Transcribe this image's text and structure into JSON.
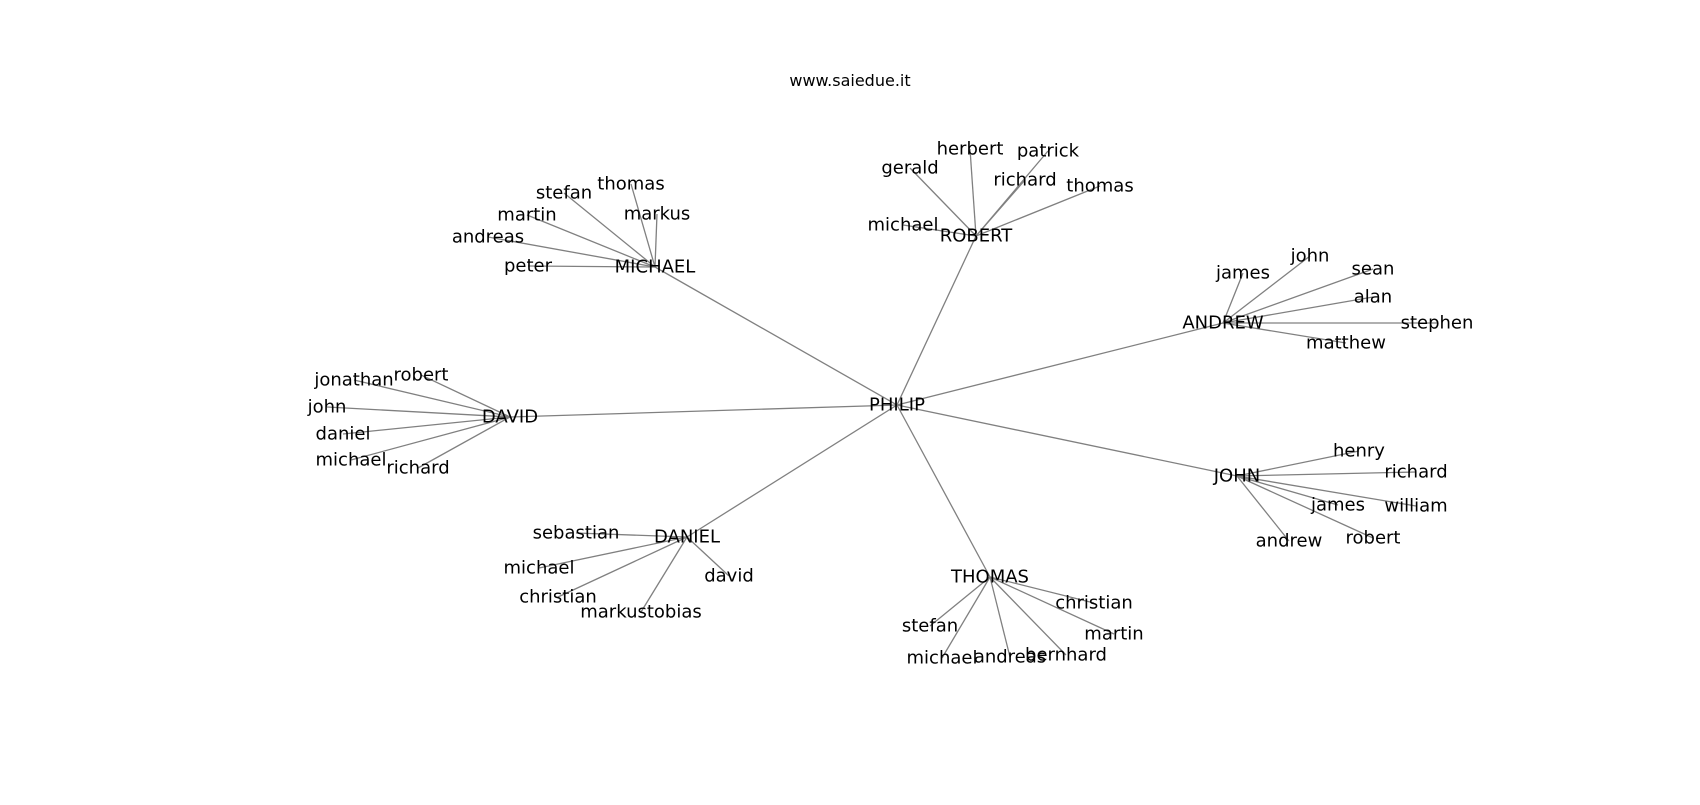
{
  "header": {
    "site": "www.saiedue.it"
  },
  "graph": {
    "root": "PHILIP",
    "groups": [
      {
        "hub": "MICHAEL",
        "leaves": [
          "peter",
          "andreas",
          "martin",
          "stefan",
          "thomas",
          "markus"
        ]
      },
      {
        "hub": "ROBERT",
        "leaves": [
          "michael",
          "gerald",
          "herbert",
          "patrick",
          "richard",
          "thomas"
        ]
      },
      {
        "hub": "ANDREW",
        "leaves": [
          "james",
          "john",
          "sean",
          "alan",
          "stephen",
          "matthew"
        ]
      },
      {
        "hub": "JOHN",
        "leaves": [
          "henry",
          "richard",
          "william",
          "james",
          "robert",
          "andrew"
        ]
      },
      {
        "hub": "THOMAS",
        "leaves": [
          "christian",
          "martin",
          "bernhard",
          "andreas",
          "michael",
          "stefan"
        ]
      },
      {
        "hub": "DANIEL",
        "leaves": [
          "sebastian",
          "michael",
          "christian",
          "markustobias",
          "david"
        ]
      },
      {
        "hub": "DAVID",
        "leaves": [
          "robert",
          "jonathan",
          "john",
          "daniel",
          "michael",
          "richard"
        ]
      }
    ]
  }
}
